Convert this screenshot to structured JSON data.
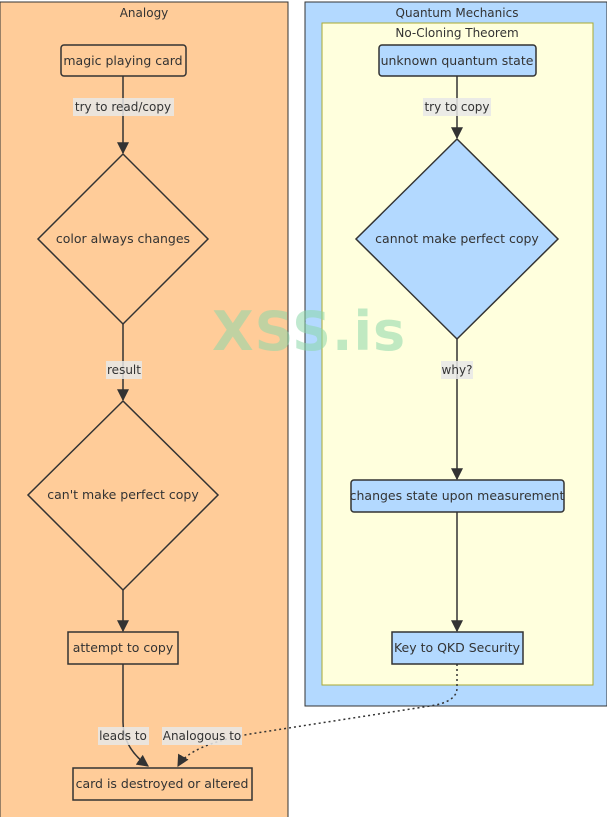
{
  "clusters": {
    "analogy": {
      "title": "Analogy"
    },
    "quantum": {
      "title": "Quantum Mechanics"
    },
    "no_cloning": {
      "title": "No-Cloning Theorem"
    }
  },
  "nodes": {
    "magic_card": "magic playing card",
    "color_changes": "color always changes",
    "cant_copy": "can't make perfect copy",
    "attempt_copy": "attempt to copy",
    "destroyed": "card is destroyed or altered",
    "unknown_state": "unknown quantum state",
    "cannot_copy": "cannot make perfect copy",
    "changes_state": "changes state upon measurement",
    "qkd": "Key to QKD Security"
  },
  "edge_labels": {
    "read_copy": "try to read/copy",
    "result": "result",
    "leads_to": "leads to",
    "analogous_to": "Analogous to",
    "try_copy": "try to copy",
    "why": "why?"
  },
  "watermark": "XSS.is",
  "colors": {
    "analogy_fill": "#ffcc99",
    "quantum_fill": "#b3d9ff",
    "theorem_fill": "#ffffdd",
    "stroke": "#333333"
  }
}
